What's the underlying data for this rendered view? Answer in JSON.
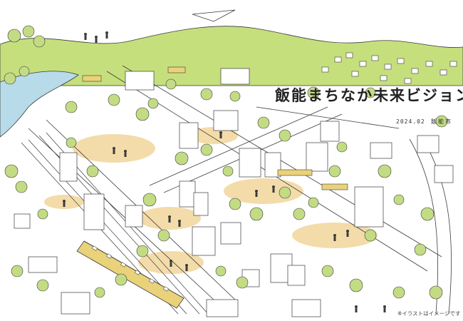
{
  "poster": {
    "title": "飯能まちなか未来ビジョン",
    "date": "2024.02",
    "issuer": "飯能市",
    "note": "※イラストはイメージです"
  },
  "colors": {
    "mountain": "#c6df7d",
    "tree": "#c3dc84",
    "plaza": "#f3dcaa",
    "river": "#b7dbe8",
    "train": "#ead27a",
    "line": "#3a3a3a"
  }
}
